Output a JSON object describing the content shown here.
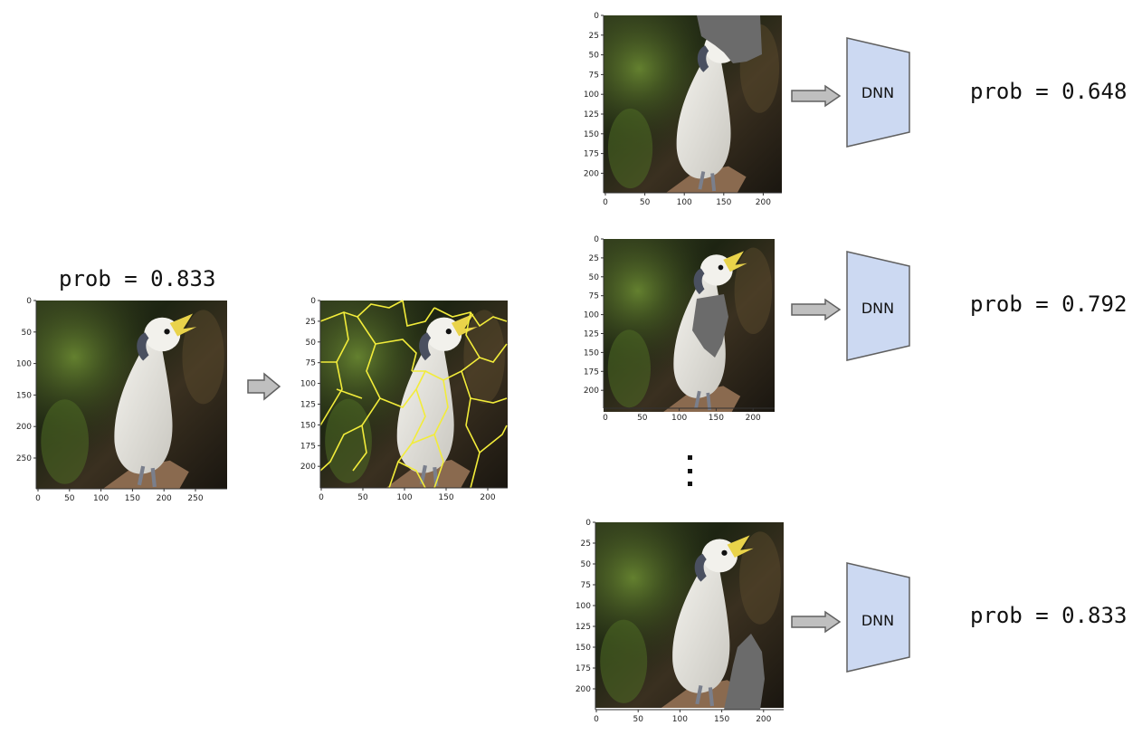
{
  "original": {
    "prob_text": "prob = 0.833",
    "y_ticks": [
      "0",
      "50",
      "100",
      "150",
      "200",
      "250"
    ],
    "x_ticks": [
      "0",
      "50",
      "100",
      "150",
      "200",
      "250"
    ]
  },
  "segmented": {
    "y_ticks": [
      "0",
      "25",
      "50",
      "75",
      "100",
      "125",
      "150",
      "175",
      "200"
    ],
    "x_ticks": [
      "0",
      "50",
      "100",
      "150",
      "200"
    ]
  },
  "perturbations": [
    {
      "y_ticks": [
        "0",
        "25",
        "50",
        "75",
        "100",
        "125",
        "150",
        "175",
        "200"
      ],
      "x_ticks": [
        "0",
        "50",
        "100",
        "150",
        "200"
      ],
      "model_label": "DNN",
      "prob_text": "prob = 0.648"
    },
    {
      "y_ticks": [
        "0",
        "25",
        "50",
        "75",
        "100",
        "125",
        "150",
        "175",
        "200"
      ],
      "x_ticks": [
        "0",
        "50",
        "100",
        "150",
        "200"
      ],
      "model_label": "DNN",
      "prob_text": "prob = 0.792"
    },
    {
      "y_ticks": [
        "0",
        "25",
        "50",
        "75",
        "100",
        "125",
        "150",
        "175",
        "200"
      ],
      "x_ticks": [
        "0",
        "50",
        "100",
        "150",
        "200"
      ],
      "model_label": "DNN",
      "prob_text": "prob = 0.833"
    }
  ],
  "colors": {
    "dnn_fill": "#ccd9f2",
    "dnn_stroke": "#606060",
    "arrow_fill": "#bfbfbf",
    "arrow_stroke": "#606060",
    "segment_line": "#f2ec3a",
    "masked_region": "#6b6b6b"
  }
}
